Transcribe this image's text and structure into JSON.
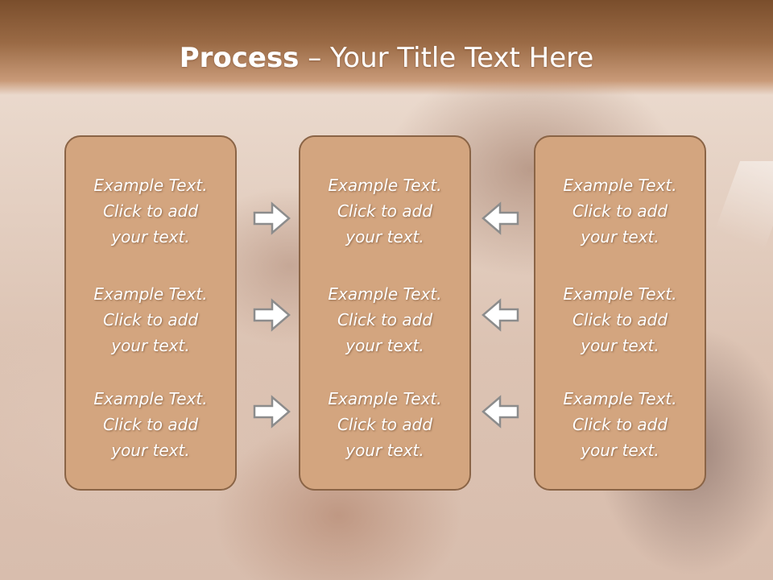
{
  "slide": {
    "title_bold": "Process",
    "title_rest": " – Your Title Text Here"
  },
  "boxes": [
    {
      "items": [
        "Example Text.\nClick  to add\nyour text.",
        "Example Text.\nClick  to add\nyour text.",
        "Example Text.\nClick  to add\nyour text."
      ]
    },
    {
      "items": [
        "Example Text.\nClick  to add\nyour text.",
        "Example Text.\nClick  to add\nyour text.",
        "Example Text.\nClick  to add\nyour text."
      ]
    },
    {
      "items": [
        "Example Text.\nClick  to add\nyour text.",
        "Example Text.\nClick  to add\nyour text.",
        "Example Text.\nClick  to add\nyour text."
      ]
    }
  ],
  "arrows": {
    "left_column": "arrow-right-icon",
    "right_column": "arrow-left-icon"
  },
  "colors": {
    "title_band": "#8b5a36",
    "box_fill": "#d3a57f",
    "box_border": "#8a6446",
    "arrow_fill": "#ffffff",
    "arrow_stroke": "#8c8c8c"
  }
}
